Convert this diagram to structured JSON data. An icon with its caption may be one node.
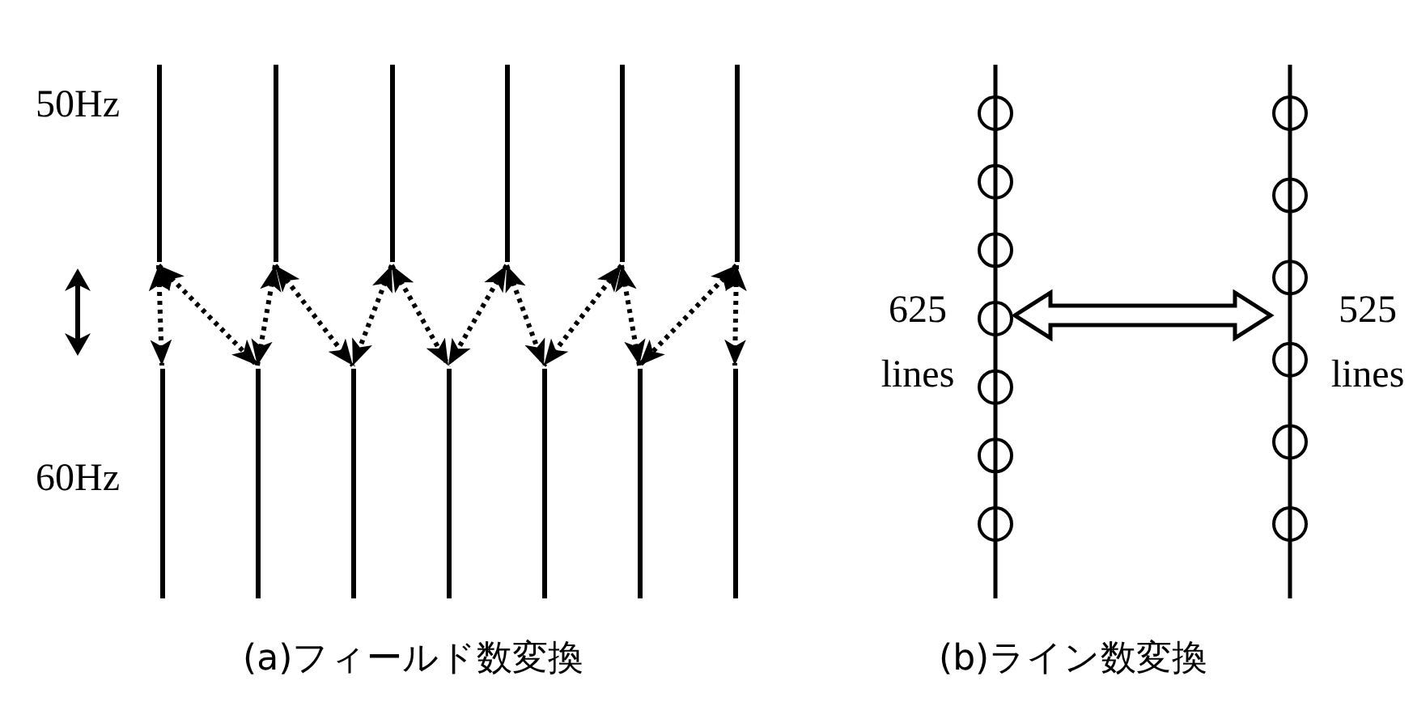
{
  "diagram": {
    "nodes": [
      {
        "text": [],
        "shape": "bar"
      },
      {
        "text": [],
        "shape": "bar"
      },
      {
        "text": [],
        "shape": "bar"
      },
      {
        "text": [],
        "shape": "bar"
      },
      {
        "text": [],
        "shape": "bar"
      },
      {
        "text": [],
        "shape": "bar"
      },
      {
        "text": [],
        "shape": "bar"
      },
      {
        "text": [],
        "shape": "bar"
      },
      {
        "text": [],
        "shape": "bar"
      },
      {
        "text": [],
        "shape": "bar"
      },
      {
        "text": [],
        "shape": "bar"
      },
      {
        "text": [],
        "shape": "bar"
      },
      {
        "text": [],
        "shape": "bar"
      },
      {
        "text": [],
        "shape": "bar",
        "beside": [
          "625 lines"
        ]
      },
      {
        "text": [],
        "shape": "bar",
        "beside": [
          "525 lines"
        ]
      }
    ],
    "edges": [
      {
        "from": 0,
        "to": 6,
        "arrow": "both"
      },
      {
        "from": 0,
        "to": 7,
        "arrow": "both"
      },
      {
        "from": 1,
        "to": 7,
        "arrow": "both"
      },
      {
        "from": 1,
        "to": 8,
        "arrow": "both"
      },
      {
        "from": 2,
        "to": 8,
        "arrow": "both"
      },
      {
        "from": 2,
        "to": 9,
        "arrow": "both"
      },
      {
        "from": 3,
        "to": 9,
        "arrow": "both"
      },
      {
        "from": 3,
        "to": 10,
        "arrow": "both"
      },
      {
        "from": 4,
        "to": 10,
        "arrow": "both"
      },
      {
        "from": 4,
        "to": 11,
        "arrow": "both"
      },
      {
        "from": 5,
        "to": 11,
        "arrow": "both"
      },
      {
        "from": 5,
        "to": 12,
        "arrow": "both"
      },
      {
        "from": 13,
        "to": 14,
        "arrow": "both",
        "style": "thick"
      }
    ],
    "labels": [
      "50Hz",
      "60Hz",
      "(a)フィールド数変換",
      "(b)ライン数変換"
    ]
  }
}
